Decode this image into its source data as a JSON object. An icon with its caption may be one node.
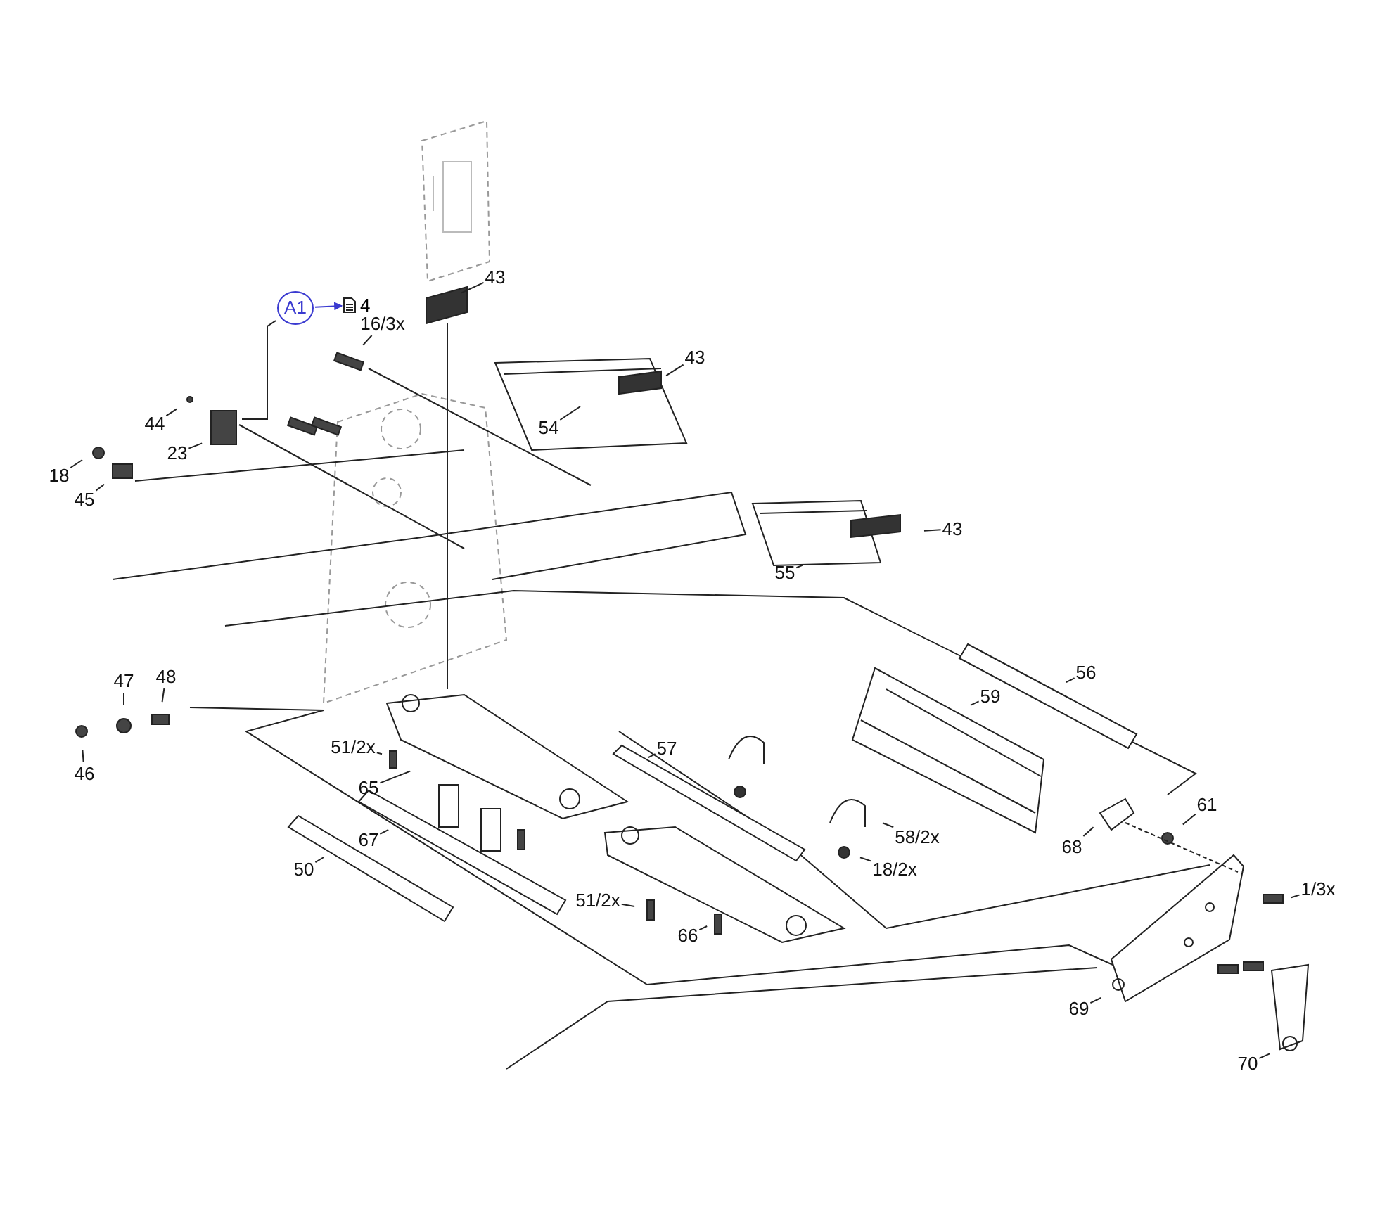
{
  "diagram": {
    "nodes": [
      {
        "text": [
          "43"
        ]
      },
      {
        "text": [
          "A1"
        ]
      },
      {
        "text": [
          "4"
        ]
      },
      {
        "text": [
          "16/3x"
        ]
      },
      {
        "text": [
          "43"
        ]
      },
      {
        "text": [
          "44"
        ]
      },
      {
        "text": [
          "23"
        ]
      },
      {
        "text": [
          "18"
        ]
      },
      {
        "text": [
          "54"
        ]
      },
      {
        "text": [
          "45"
        ]
      },
      {
        "text": [
          "43"
        ]
      },
      {
        "text": [
          "55"
        ]
      },
      {
        "text": [
          "56"
        ]
      },
      {
        "text": [
          "59"
        ]
      },
      {
        "text": [
          "48"
        ]
      },
      {
        "text": [
          "47"
        ]
      },
      {
        "text": [
          "46"
        ]
      },
      {
        "text": [
          "51/2x"
        ]
      },
      {
        "text": [
          "57"
        ]
      },
      {
        "text": [
          "65"
        ]
      },
      {
        "text": [
          "67"
        ]
      },
      {
        "text": [
          "58/2x"
        ]
      },
      {
        "text": [
          "68"
        ]
      },
      {
        "text": [
          "61"
        ]
      },
      {
        "text": [
          "50"
        ]
      },
      {
        "text": [
          "18/2x"
        ]
      },
      {
        "text": [
          "1/3x"
        ]
      },
      {
        "text": [
          "51/2x"
        ]
      },
      {
        "text": [
          "66"
        ]
      },
      {
        "text": [
          "69"
        ]
      },
      {
        "text": [
          "70"
        ]
      }
    ],
    "edges": [
      {
        "from": 0,
        "to": null,
        "arrow": "none"
      },
      {
        "from": 1,
        "to": 2,
        "arrow": "to",
        "color": "#3a3ad0"
      },
      {
        "from": 1,
        "to": null,
        "arrow": "none"
      },
      {
        "from": 3,
        "to": null,
        "arrow": "none"
      },
      {
        "from": 4,
        "to": null,
        "arrow": "none"
      },
      {
        "from": 5,
        "to": null,
        "arrow": "none"
      },
      {
        "from": 6,
        "to": null,
        "arrow": "none"
      },
      {
        "from": 7,
        "to": null,
        "arrow": "none"
      },
      {
        "from": 8,
        "to": null,
        "arrow": "none"
      },
      {
        "from": 9,
        "to": null,
        "arrow": "none"
      },
      {
        "from": 10,
        "to": null,
        "arrow": "none"
      },
      {
        "from": 11,
        "to": null,
        "arrow": "none"
      },
      {
        "from": 12,
        "to": null,
        "arrow": "none"
      },
      {
        "from": 13,
        "to": null,
        "arrow": "none"
      },
      {
        "from": 14,
        "to": null,
        "arrow": "none"
      },
      {
        "from": 15,
        "to": null,
        "arrow": "none"
      },
      {
        "from": 16,
        "to": null,
        "arrow": "none"
      },
      {
        "from": 17,
        "to": null,
        "arrow": "none"
      },
      {
        "from": 18,
        "to": null,
        "arrow": "none"
      },
      {
        "from": 19,
        "to": null,
        "arrow": "none"
      },
      {
        "from": 20,
        "to": null,
        "arrow": "none"
      },
      {
        "from": 21,
        "to": null,
        "arrow": "none"
      },
      {
        "from": 22,
        "to": null,
        "arrow": "none"
      },
      {
        "from": 23,
        "to": null,
        "arrow": "none"
      },
      {
        "from": 24,
        "to": null,
        "arrow": "none"
      },
      {
        "from": 25,
        "to": null,
        "arrow": "none"
      },
      {
        "from": 26,
        "to": null,
        "arrow": "none"
      },
      {
        "from": 27,
        "to": null,
        "arrow": "none"
      },
      {
        "from": 28,
        "to": null,
        "arrow": "none"
      },
      {
        "from": 29,
        "to": null,
        "arrow": "none"
      },
      {
        "from": 30,
        "to": null,
        "arrow": "none"
      }
    ]
  }
}
